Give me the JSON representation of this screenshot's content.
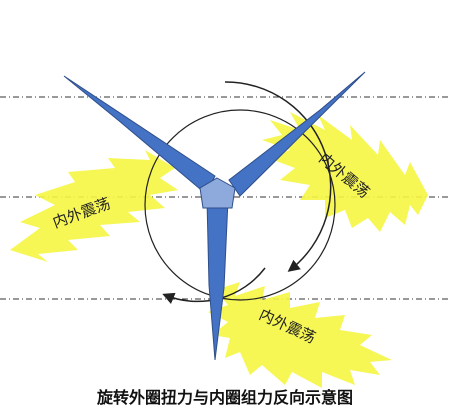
{
  "diagram": {
    "caption": "旋转外圈扭力与内圈组力反向示意图",
    "burst_labels": [
      "内外震荡",
      "内外震荡",
      "内外震荡"
    ],
    "colors": {
      "blade": "#4472c4",
      "blade_edge": "#2f4f8a",
      "hub": "#8ea9db",
      "burst": "#f5f542",
      "line": "#333333"
    }
  }
}
